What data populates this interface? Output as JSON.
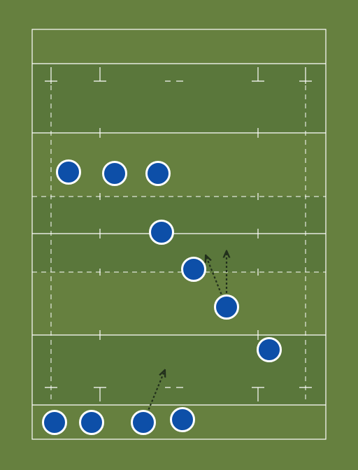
{
  "colors": {
    "background": "#66803f",
    "band_dark": "#5a773b",
    "line": "#ffffff",
    "player_fill": "#0d4fa8",
    "player_stroke": "#ffffff",
    "arrow": "#22301c"
  },
  "players": [
    {
      "id": "p1",
      "group": "row-upper"
    },
    {
      "id": "p2",
      "group": "row-upper"
    },
    {
      "id": "p3",
      "group": "row-upper"
    },
    {
      "id": "p4",
      "group": "midfield"
    },
    {
      "id": "p5",
      "group": "midfield"
    },
    {
      "id": "p6",
      "group": "midfield"
    },
    {
      "id": "p7",
      "group": "midfield"
    },
    {
      "id": "p8",
      "group": "row-bottom"
    },
    {
      "id": "p9",
      "group": "row-bottom"
    },
    {
      "id": "p10",
      "group": "row-bottom"
    },
    {
      "id": "p11",
      "group": "row-bottom"
    }
  ],
  "arrows": [
    {
      "id": "a1",
      "from": "p6",
      "style": "dotted"
    },
    {
      "id": "a2",
      "from": "p6",
      "style": "dotted"
    },
    {
      "id": "a3",
      "from": "p10",
      "style": "dotted"
    }
  ]
}
